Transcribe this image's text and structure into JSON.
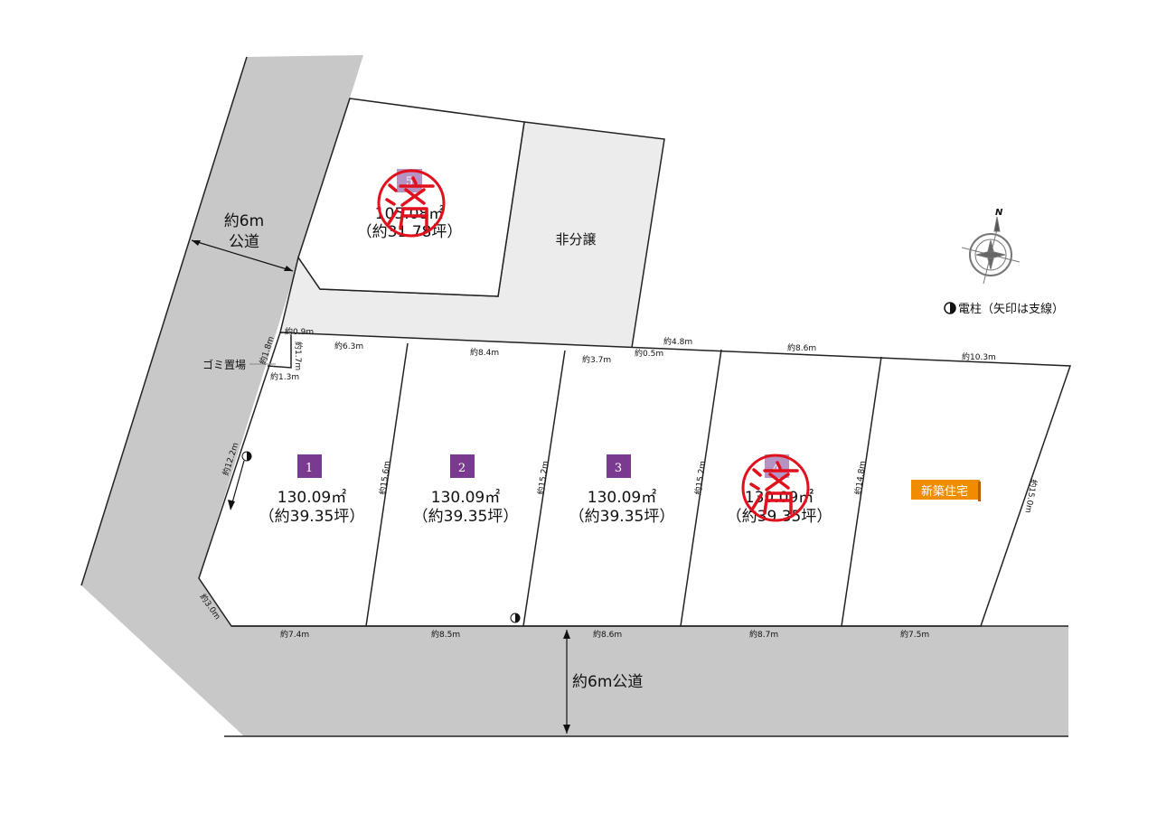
{
  "roads": {
    "west": [
      "約6m",
      "公道"
    ],
    "south": "約6m公道"
  },
  "non_subdivided": "非分譲",
  "garbage": "ゴミ置場",
  "new_house": "新築住宅",
  "sold_stamp": "済",
  "legend": {
    "pole_icon": "half-filled-circle",
    "text": "電柱（矢印は支線）"
  },
  "compass": {
    "north": "N"
  },
  "colors": {
    "road": "#c8c8c8",
    "non_subdivided": "#ececec",
    "lot_badge": "#7a3a8f",
    "stamp": "#e0101c",
    "new_house": "#f08c00"
  },
  "lots": [
    {
      "no": "5",
      "area": "105.08㎡",
      "tsubo": "（約31.78坪）",
      "sold": true
    },
    {
      "no": "1",
      "area": "130.09㎡",
      "tsubo": "（約39.35坪）",
      "sold": false
    },
    {
      "no": "2",
      "area": "130.09㎡",
      "tsubo": "（約39.35坪）",
      "sold": false
    },
    {
      "no": "3",
      "area": "130.09㎡",
      "tsubo": "（約39.35坪）",
      "sold": false
    },
    {
      "no": "4",
      "area": "130.09㎡",
      "tsubo": "（約39.35坪）",
      "sold": true
    }
  ],
  "dims": {
    "d09": "約0.9m",
    "d18": "約1.8m",
    "d17": "約1.7m",
    "d13": "約1.3m",
    "d63": "約6.3m",
    "d84": "約8.4m",
    "d37": "約3.7m",
    "d05": "約0.5m",
    "d48": "約4.8m",
    "d86t": "約8.6m",
    "d103": "約10.3m",
    "d122": "約12.2m",
    "d30": "約3.0m",
    "d156": "約15.6m",
    "d152a": "約15.2m",
    "d152b": "約15.2m",
    "d148": "約14.8m",
    "d150": "約15.0m",
    "d74": "約7.4m",
    "d85": "約8.5m",
    "d86b": "約8.6m",
    "d87": "約8.7m",
    "d75": "約7.5m"
  }
}
